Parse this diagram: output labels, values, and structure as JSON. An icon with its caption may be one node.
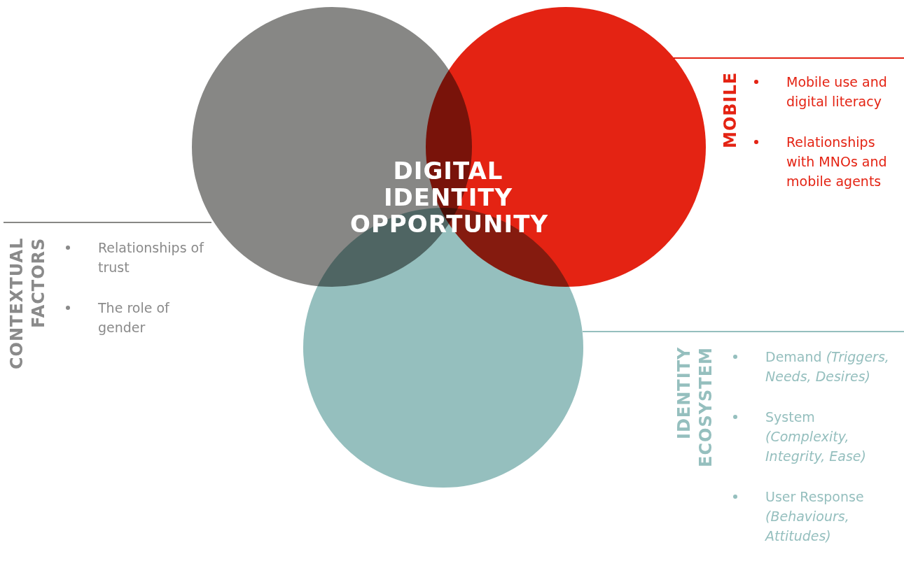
{
  "diagram": {
    "nodes": [
      {
        "text": [],
        "shape": "circle"
      },
      {
        "text": [],
        "shape": "circle"
      },
      {
        "text": [],
        "shape": "circle"
      },
      {
        "text": [
          "MOBILE",
          "Mobile use and digital literacy",
          "Relationships with MNOs and mobile agents"
        ]
      },
      {
        "text": [
          "CONTEXTUAL FACTORS",
          "Relationships of trust",
          "The role of gender"
        ]
      },
      {
        "text": [
          "IDENTITY ECOSYSTEM",
          "Demand *(Triggers, Needs, Desires)*",
          "System *(Complexity, Integrity, Ease)*",
          "User Response *(Behaviours, Attitudes)*"
        ]
      }
    ],
    "edges": [
      {
        "from": 3,
        "to": 1,
        "arrow": "none",
        "color": "#e42313"
      },
      {
        "from": 4,
        "to": 0,
        "arrow": "none",
        "color": "#878785"
      },
      {
        "from": 5,
        "to": 2,
        "arrow": "none",
        "color": "#95bfbe"
      }
    ],
    "labels": [
      "DIGITAL IDENTITY OPPORTUNITY"
    ]
  }
}
